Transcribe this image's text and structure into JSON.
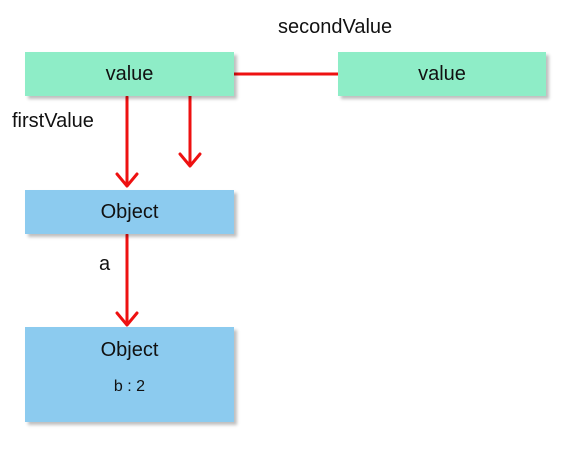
{
  "labels": {
    "second_var": "secondValue",
    "first_var": "firstValue",
    "prop_a": "a"
  },
  "nodes": {
    "value_left": "value",
    "value_right": "value",
    "object_top": "Object",
    "object_bottom": "Object",
    "object_bottom_prop": "b : 2"
  },
  "colors": {
    "value_fill": "#8eedc7",
    "object_fill": "#8ccbef",
    "arrow": "#ee1111"
  }
}
